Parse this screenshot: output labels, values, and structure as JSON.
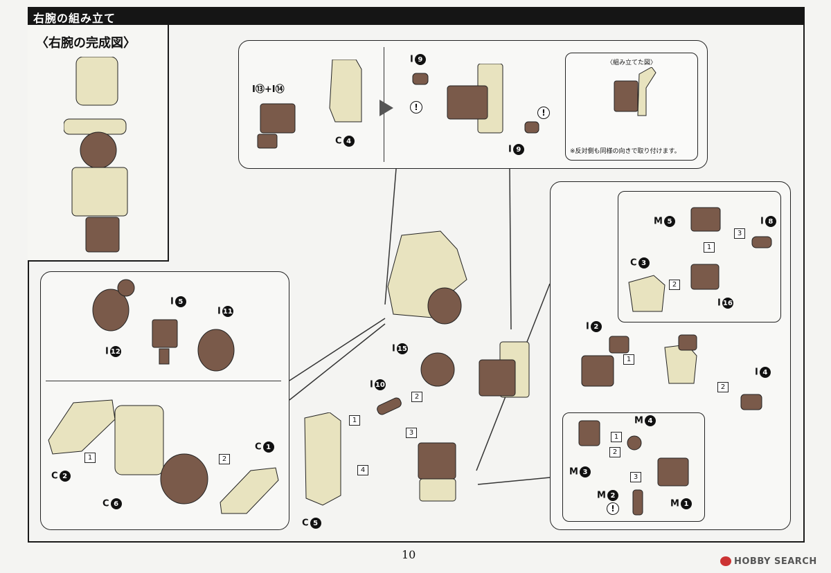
{
  "header": {
    "title": "右腕の組み立て"
  },
  "completed": {
    "title": "〈右腕の完成図〉"
  },
  "assembled": {
    "title": "〈組み立てた図〉",
    "note": "※反対側も同様の向きで取り付けます。"
  },
  "labels": {
    "i13_14": "I⑬+I⑭",
    "c4": "C",
    "c4n": "4",
    "i9a": "I",
    "i9an": "9",
    "i9b": "I",
    "i9bn": "9",
    "i5": "I",
    "i5n": "5",
    "i11": "I",
    "i11n": "11",
    "i12": "I",
    "i12n": "12",
    "c1": "C",
    "c1n": "1",
    "c2": "C",
    "c2n": "2",
    "c6": "C",
    "c6n": "6",
    "i15": "I",
    "i15n": "15",
    "i10": "I",
    "i10n": "10",
    "c5": "C",
    "c5n": "5",
    "m5": "M",
    "m5n": "5",
    "i8": "I",
    "i8n": "8",
    "c3": "C",
    "c3n": "3",
    "i16": "I",
    "i16n": "16",
    "i2": "I",
    "i2n": "2",
    "i4": "I",
    "i4n": "4",
    "m4": "M",
    "m4n": "4",
    "m3": "M",
    "m3n": "3",
    "m2": "M",
    "m2n": "2",
    "m1": "M",
    "m1n": "1"
  },
  "steps": {
    "s1": "1",
    "s2": "2",
    "s3": "3",
    "s4": "4"
  },
  "warning": "!",
  "page": {
    "number": "10"
  },
  "watermark": {
    "text": "HOBBY SEARCH"
  },
  "colors": {
    "dark_part": "#7a5a4a",
    "light_part": "#e8e3bf",
    "outline": "#222222"
  }
}
